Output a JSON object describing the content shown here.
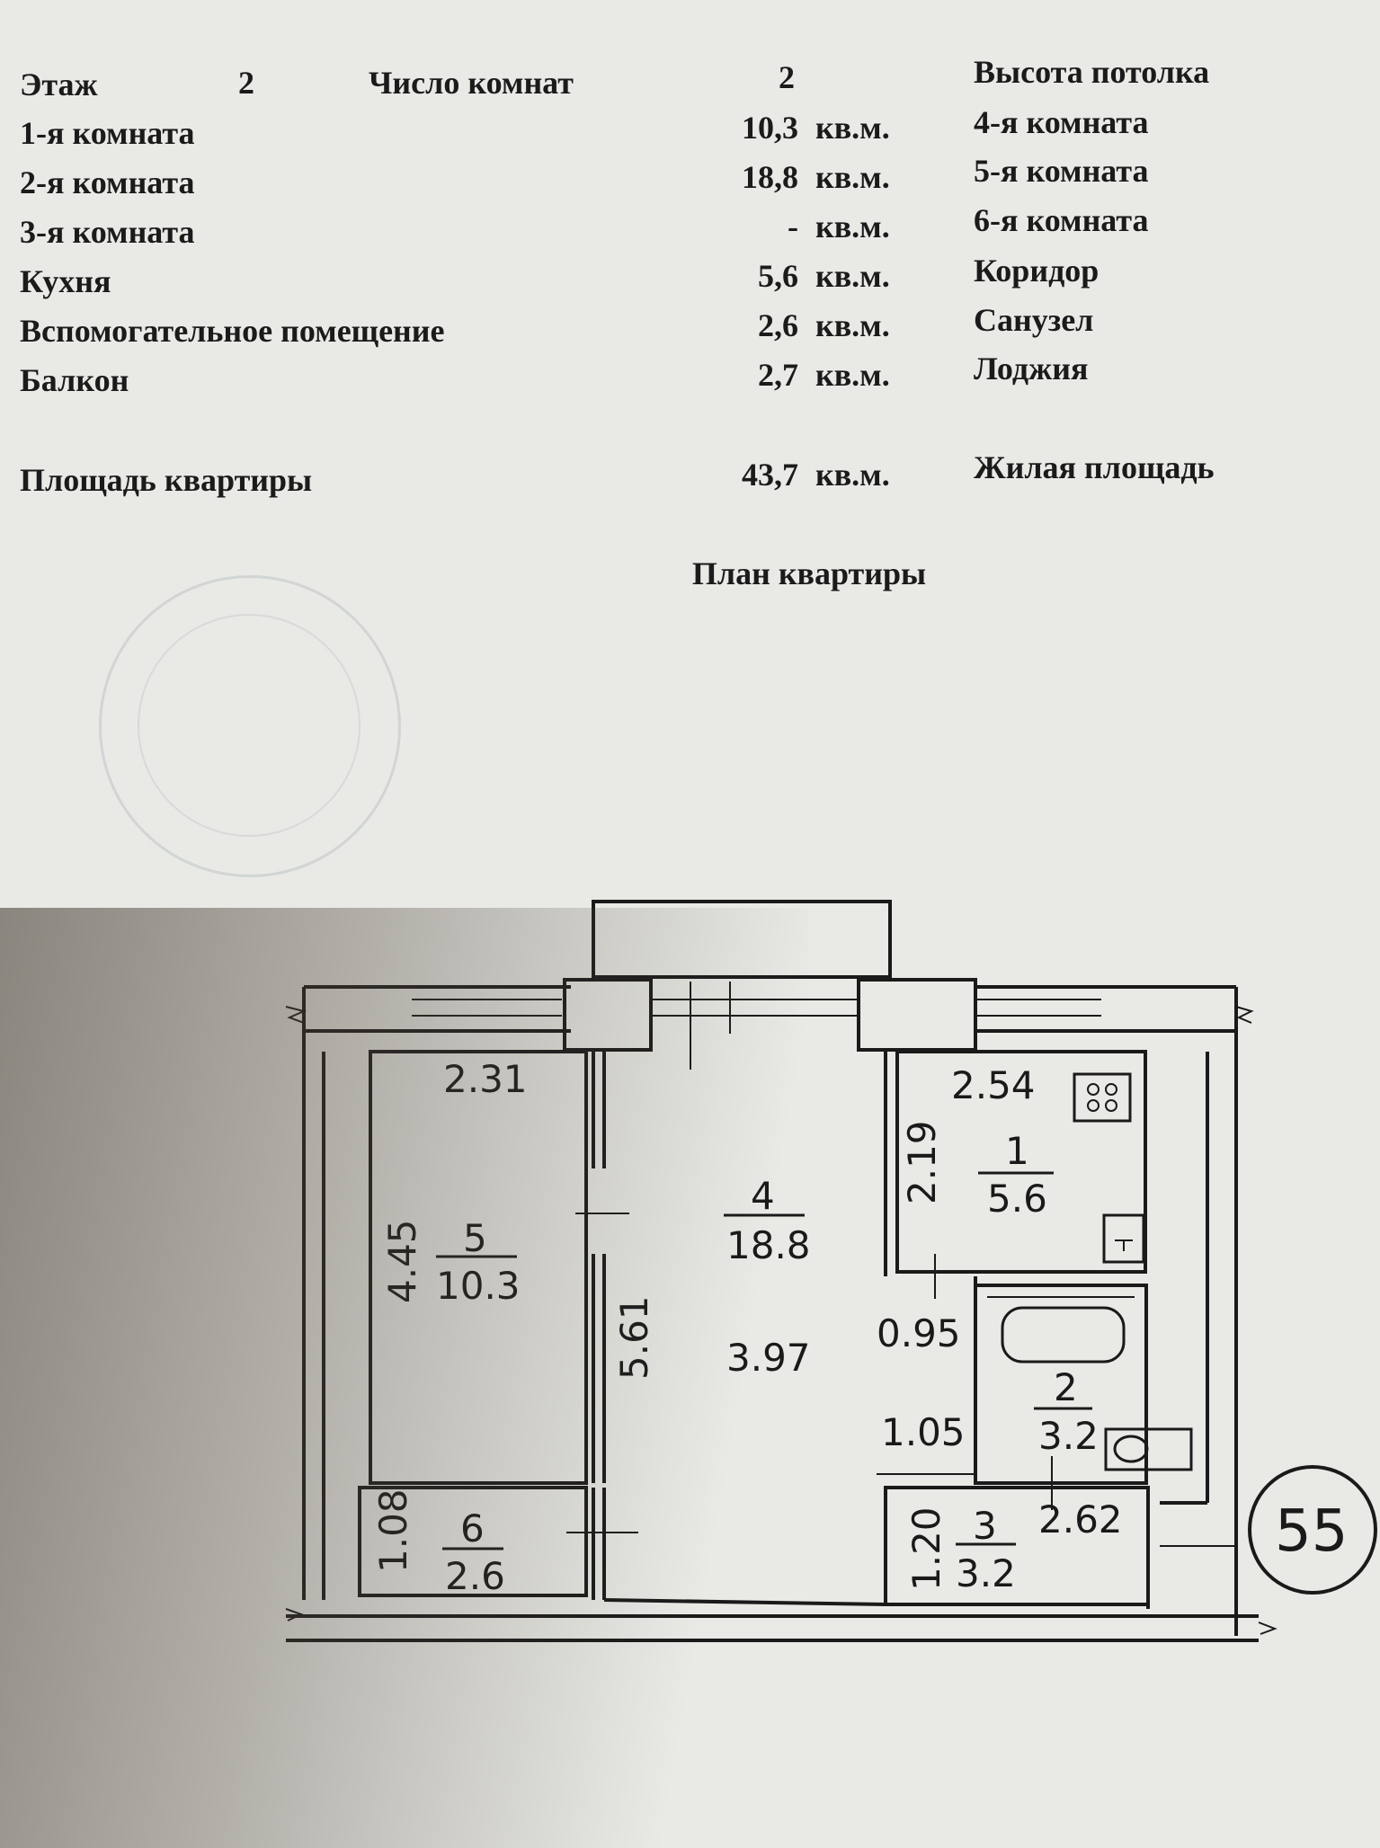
{
  "header": {
    "floor_label": "Этаж",
    "floor_value": "2",
    "rooms_label": "Число комнат",
    "rooms_value": "2",
    "ceiling_label": "Высота потолка"
  },
  "rows": [
    {
      "label": "1-я комната",
      "value": "10,3",
      "unit": "кв.м.",
      "right": "4-я комната"
    },
    {
      "label": "2-я комната",
      "value": "18,8",
      "unit": "кв.м.",
      "right": "5-я комната"
    },
    {
      "label": "3-я комната",
      "value": "-",
      "unit": "кв.м.",
      "right": "6-я комната"
    },
    {
      "label": "Кухня",
      "value": "5,6",
      "unit": "кв.м.",
      "right": "Коридор"
    },
    {
      "label": "Вспомогательное помещение",
      "value": "2,6",
      "unit": "кв.м.",
      "right": "Санузел"
    },
    {
      "label": "Балкон",
      "value": "2,7",
      "unit": "кв.м.",
      "right": "Лоджия"
    }
  ],
  "total": {
    "label": "Площадь квартиры",
    "value": "43,7",
    "unit": "кв.м.",
    "right": "Жилая площадь"
  },
  "plan_title": "План квартиры",
  "plan": {
    "room5": {
      "num": "5",
      "area": "10.3",
      "width": "2.31",
      "length": "4.45"
    },
    "room4": {
      "num": "4",
      "area": "18.8",
      "length": "5.61",
      "width": "3.97"
    },
    "room1": {
      "num": "1",
      "area": "5.6",
      "width": "2.54",
      "length": "2.19"
    },
    "room2": {
      "num": "2",
      "area": "3.2"
    },
    "room3": {
      "num": "3",
      "area": "3.2",
      "length": "1.20",
      "width": "2.62"
    },
    "room6": {
      "num": "6",
      "area": "2.6",
      "length": "1.08"
    },
    "dim_095": "0.95",
    "dim_105": "1.05",
    "apartment_number": "55"
  }
}
